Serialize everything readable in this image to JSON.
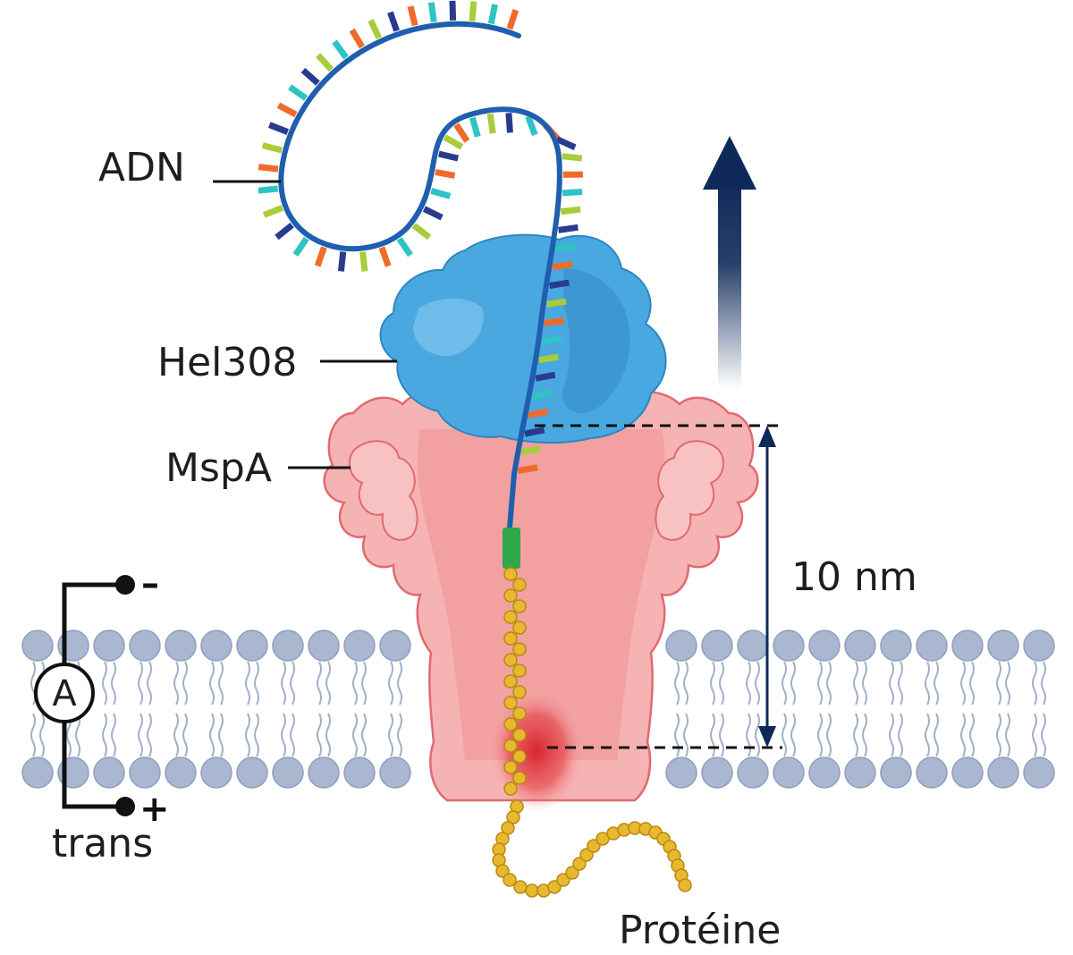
{
  "labels": {
    "dna": "ADN",
    "helicase": "Hel308",
    "pore": "MspA",
    "distance": "10 nm",
    "protein": "Protéine",
    "side": "trans",
    "ammeter": "A",
    "minus": "–",
    "plus": "+"
  },
  "colors": {
    "backbone": "#1f5fae",
    "base_orange": "#f06a2a",
    "base_teal": "#2ec4c4",
    "base_green": "#a8cc3a",
    "base_navy": "#2a3b8f",
    "helicase": "#4aa8e0",
    "pore": "#f4a3a3",
    "pore_edge": "#e06a70",
    "lipid_head": "#a9b7d0",
    "peptide": "#e8b830",
    "linker": "#2ea84a",
    "arrow": "#0f2a5a"
  },
  "icons": {
    "motion": "arrow-up-icon",
    "meter": "ammeter-icon"
  }
}
